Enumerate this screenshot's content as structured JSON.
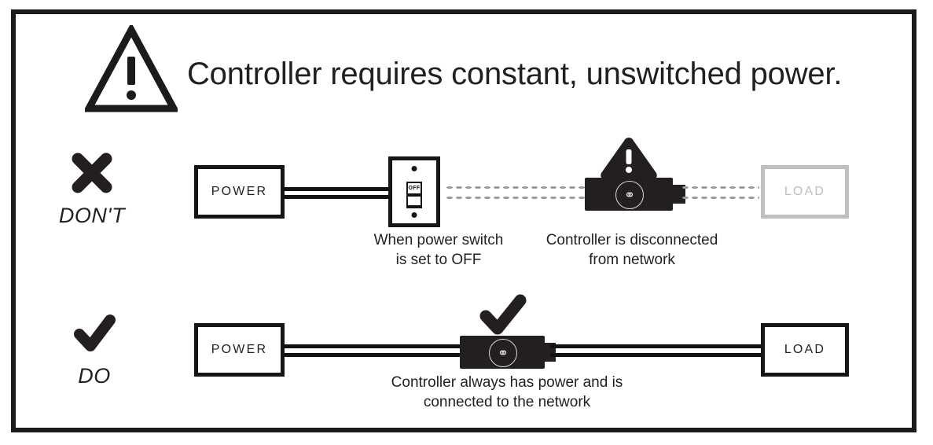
{
  "header": {
    "warning_icon": "warning-triangle-icon",
    "title": "Controller requires constant, unswitched power."
  },
  "rows": [
    {
      "id": "dont",
      "mark_icon": "x-mark-icon",
      "mark_label": "DON'T",
      "power_box": "POWER",
      "load_box": "LOAD",
      "load_state": "disconnected",
      "switch": {
        "state_label": "OFF",
        "name": "power-switch-off"
      },
      "controller": {
        "logo": "controller-logo-icon",
        "alert_icon": "alert-triangle-icon"
      },
      "network_state": "dotted-disconnected",
      "captions": [
        "When power switch\nis set to OFF",
        "Controller is disconnected\nfrom network"
      ]
    },
    {
      "id": "do",
      "mark_icon": "check-mark-icon",
      "mark_label": "DO",
      "power_box": "POWER",
      "load_box": "LOAD",
      "load_state": "connected",
      "controller": {
        "logo": "controller-logo-icon",
        "approve_icon": "check-mark-icon"
      },
      "network_state": "solid-connected",
      "captions": [
        "Controller always has power and is\nconnected to the network"
      ]
    }
  ],
  "colors": {
    "ink": "#231f20",
    "disabled": "#bdbfc1",
    "dot": "#9a9c9f",
    "device": "#231f20"
  },
  "labels": {
    "power": "POWER",
    "load": "LOAD",
    "off": "OFF",
    "dont": "DON'T",
    "do": "DO"
  }
}
